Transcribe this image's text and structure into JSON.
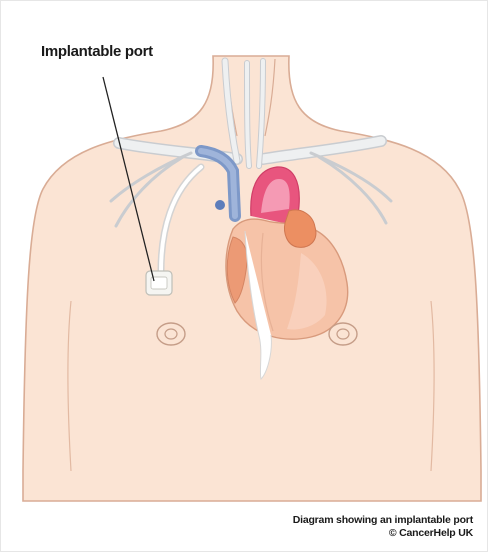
{
  "diagram": {
    "label": "Implantable port",
    "caption_line1": "Diagram showing an implantable port",
    "caption_line2": "© CancerHelp UK"
  },
  "colors": {
    "skin": "#fbe4d4",
    "skin_outline": "#e2b9a2",
    "vessel_white": "#eef0f1",
    "vein_blue": "#7d98c8",
    "artery_pink": "#e8557e",
    "heart": "#f6c3a8",
    "heart_shade": "#ec9a75",
    "catheter": "#ffffff"
  }
}
